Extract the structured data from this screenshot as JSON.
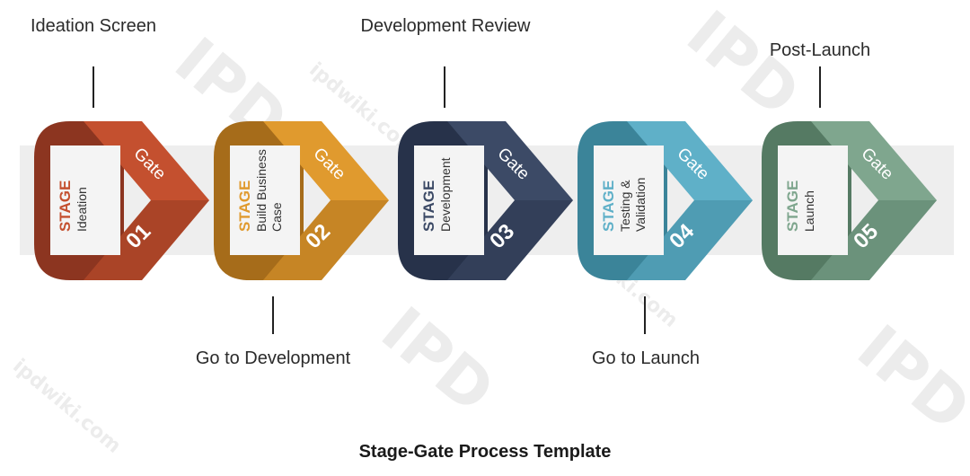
{
  "watermark": {
    "brand": "IPD",
    "site": "ipdwiki.com"
  },
  "stages": [
    {
      "stage_word": "STAGE",
      "name_lines": [
        "Ideation"
      ],
      "gate_word": "Gate",
      "number": "01",
      "color": "#c4502f",
      "dark": "#8c3520"
    },
    {
      "stage_word": "STAGE",
      "name_lines": [
        "Build Business",
        "Case"
      ],
      "gate_word": "Gate",
      "number": "02",
      "color": "#e09a2e",
      "dark": "#a66c1a"
    },
    {
      "stage_word": "STAGE",
      "name_lines": [
        "Development"
      ],
      "gate_word": "Gate",
      "number": "03",
      "color": "#3c4a66",
      "dark": "#27324a"
    },
    {
      "stage_word": "STAGE",
      "name_lines": [
        "Testing &",
        "Validation"
      ],
      "gate_word": "Gate",
      "number": "04",
      "color": "#5fb0c8",
      "dark": "#3b8499"
    },
    {
      "stage_word": "STAGE",
      "name_lines": [
        "Launch"
      ],
      "gate_word": "Gate",
      "number": "05",
      "color": "#7fa68e",
      "dark": "#557a63"
    }
  ],
  "top_labels": [
    "Ideation Screen",
    "Development Review",
    "Post-Launch"
  ],
  "bottom_labels": [
    "Go to Development",
    "Go to Launch"
  ],
  "caption": "Stage-Gate Process Template"
}
